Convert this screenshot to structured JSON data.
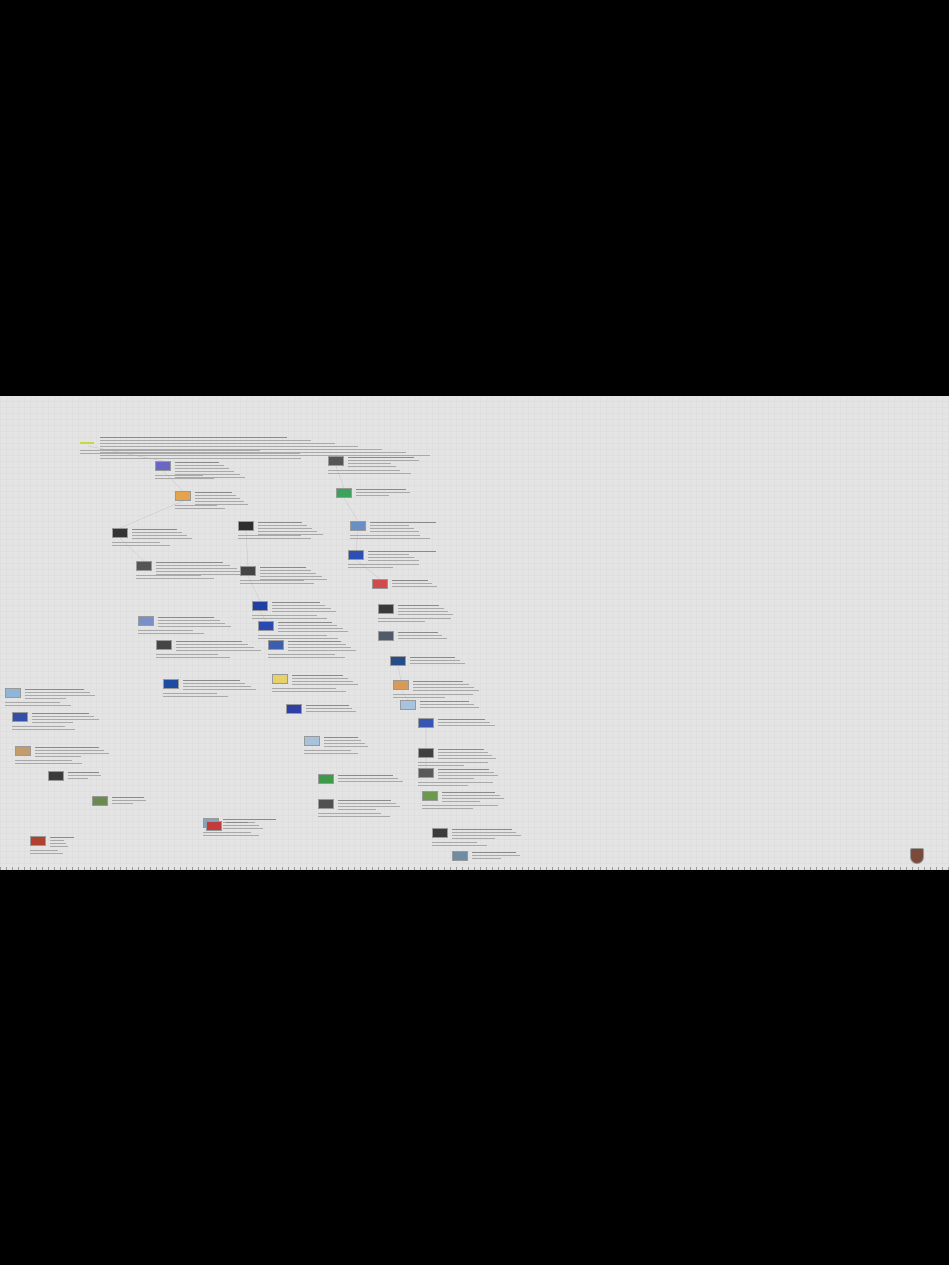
{
  "canvas": {
    "background": "#e4e4e4",
    "outer_background": "#000000"
  },
  "nodes": [
    {
      "name": "intro-logo-node",
      "thumb": "#c8d840",
      "kind": "logo"
    },
    {
      "name": "node-flags",
      "thumb": "#6b66c4"
    },
    {
      "name": "node-map-orange",
      "thumb": "#e7a34a"
    },
    {
      "name": "node-portrait-1",
      "thumb": "#333333"
    },
    {
      "name": "node-building",
      "thumb": "#555555"
    },
    {
      "name": "node-chart-line",
      "thumb": "#7a8ec7"
    },
    {
      "name": "node-person-2",
      "thumb": "#444444"
    },
    {
      "name": "node-logo-ema",
      "thumb": "#1d4ba1"
    },
    {
      "name": "node-map-blue-left",
      "thumb": "#8fb6d9"
    },
    {
      "name": "node-map-blue-2",
      "thumb": "#3350a8"
    },
    {
      "name": "node-poster",
      "thumb": "#c59b6b"
    },
    {
      "name": "node-crowd",
      "thumb": "#3b3b3b"
    },
    {
      "name": "node-aerial",
      "thumb": "#6b8a52"
    },
    {
      "name": "node-medal",
      "thumb": "#b04030"
    },
    {
      "name": "node-screen-map",
      "thumb": "#7aa7c8"
    },
    {
      "name": "node-red-map",
      "thumb": "#c23a3a"
    },
    {
      "name": "node-person-3",
      "thumb": "#2d2d2d"
    },
    {
      "name": "node-photo-center",
      "thumb": "#444444"
    },
    {
      "name": "node-eu-flag",
      "thumb": "#1f3fa5"
    },
    {
      "name": "node-eu-flag-2",
      "thumb": "#2a48b3"
    },
    {
      "name": "node-logo-europe",
      "thumb": "#3b5fae"
    },
    {
      "name": "node-map-yellow",
      "thumb": "#e6d16a"
    },
    {
      "name": "node-map-light",
      "thumb": "#a9c2dc"
    },
    {
      "name": "node-world-map",
      "thumb": "#3d9a48"
    },
    {
      "name": "node-group-photo",
      "thumb": "#505050"
    },
    {
      "name": "node-flag-blue",
      "thumb": "#2f3fa8"
    },
    {
      "name": "node-right-photo-1",
      "thumb": "#555555"
    },
    {
      "name": "node-green-logo",
      "thumb": "#3aa25a"
    },
    {
      "name": "node-cartoon",
      "thumb": "#6a8fc4"
    },
    {
      "name": "node-map-blue-circle",
      "thumb": "#2c4fb5"
    },
    {
      "name": "node-map-red-2",
      "thumb": "#d04b4b"
    },
    {
      "name": "node-person-4",
      "thumb": "#3a3a3a"
    },
    {
      "name": "node-logo-ring",
      "thumb": "#505a6a"
    },
    {
      "name": "node-conference",
      "thumb": "#254b88"
    },
    {
      "name": "node-map-circle-2",
      "thumb": "#d99a56"
    },
    {
      "name": "node-photo-right-2",
      "thumb": "#a7c4df"
    },
    {
      "name": "node-map-eu",
      "thumb": "#3656b3"
    },
    {
      "name": "node-meeting",
      "thumb": "#404040"
    },
    {
      "name": "node-photo-street",
      "thumb": "#595959"
    },
    {
      "name": "node-green-map",
      "thumb": "#6c9a4c"
    },
    {
      "name": "node-person-5",
      "thumb": "#3a3a3a"
    },
    {
      "name": "node-landscape",
      "thumb": "#6f8ca2"
    },
    {
      "name": "node-crest",
      "thumb": "#7a4a3a",
      "kind": "crest"
    }
  ]
}
